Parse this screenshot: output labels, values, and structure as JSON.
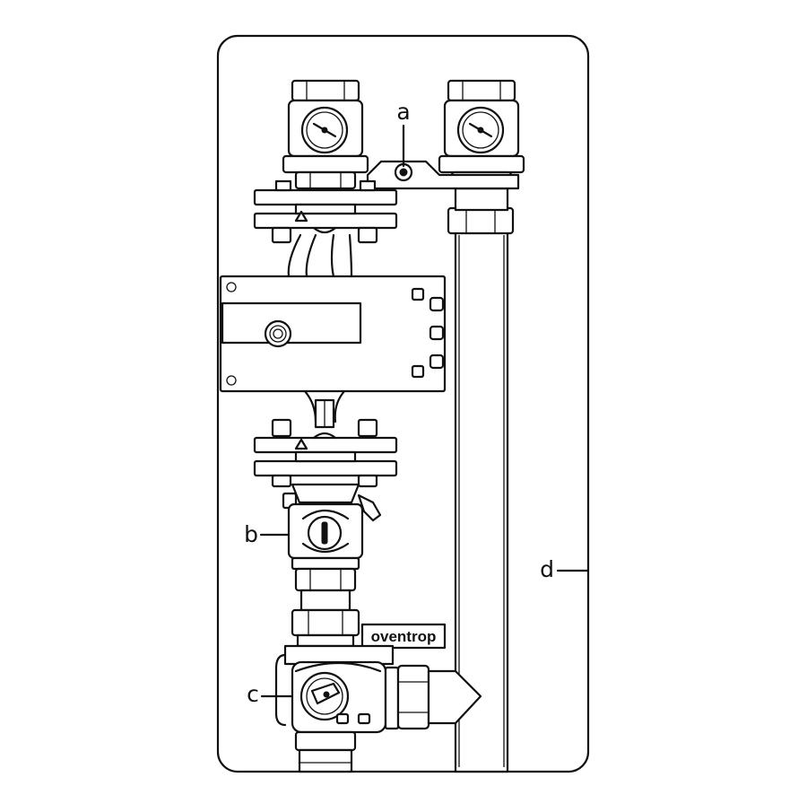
{
  "callouts": {
    "a": "a",
    "b": "b",
    "c": "c",
    "d": "d"
  },
  "brand_label": "oventrop"
}
